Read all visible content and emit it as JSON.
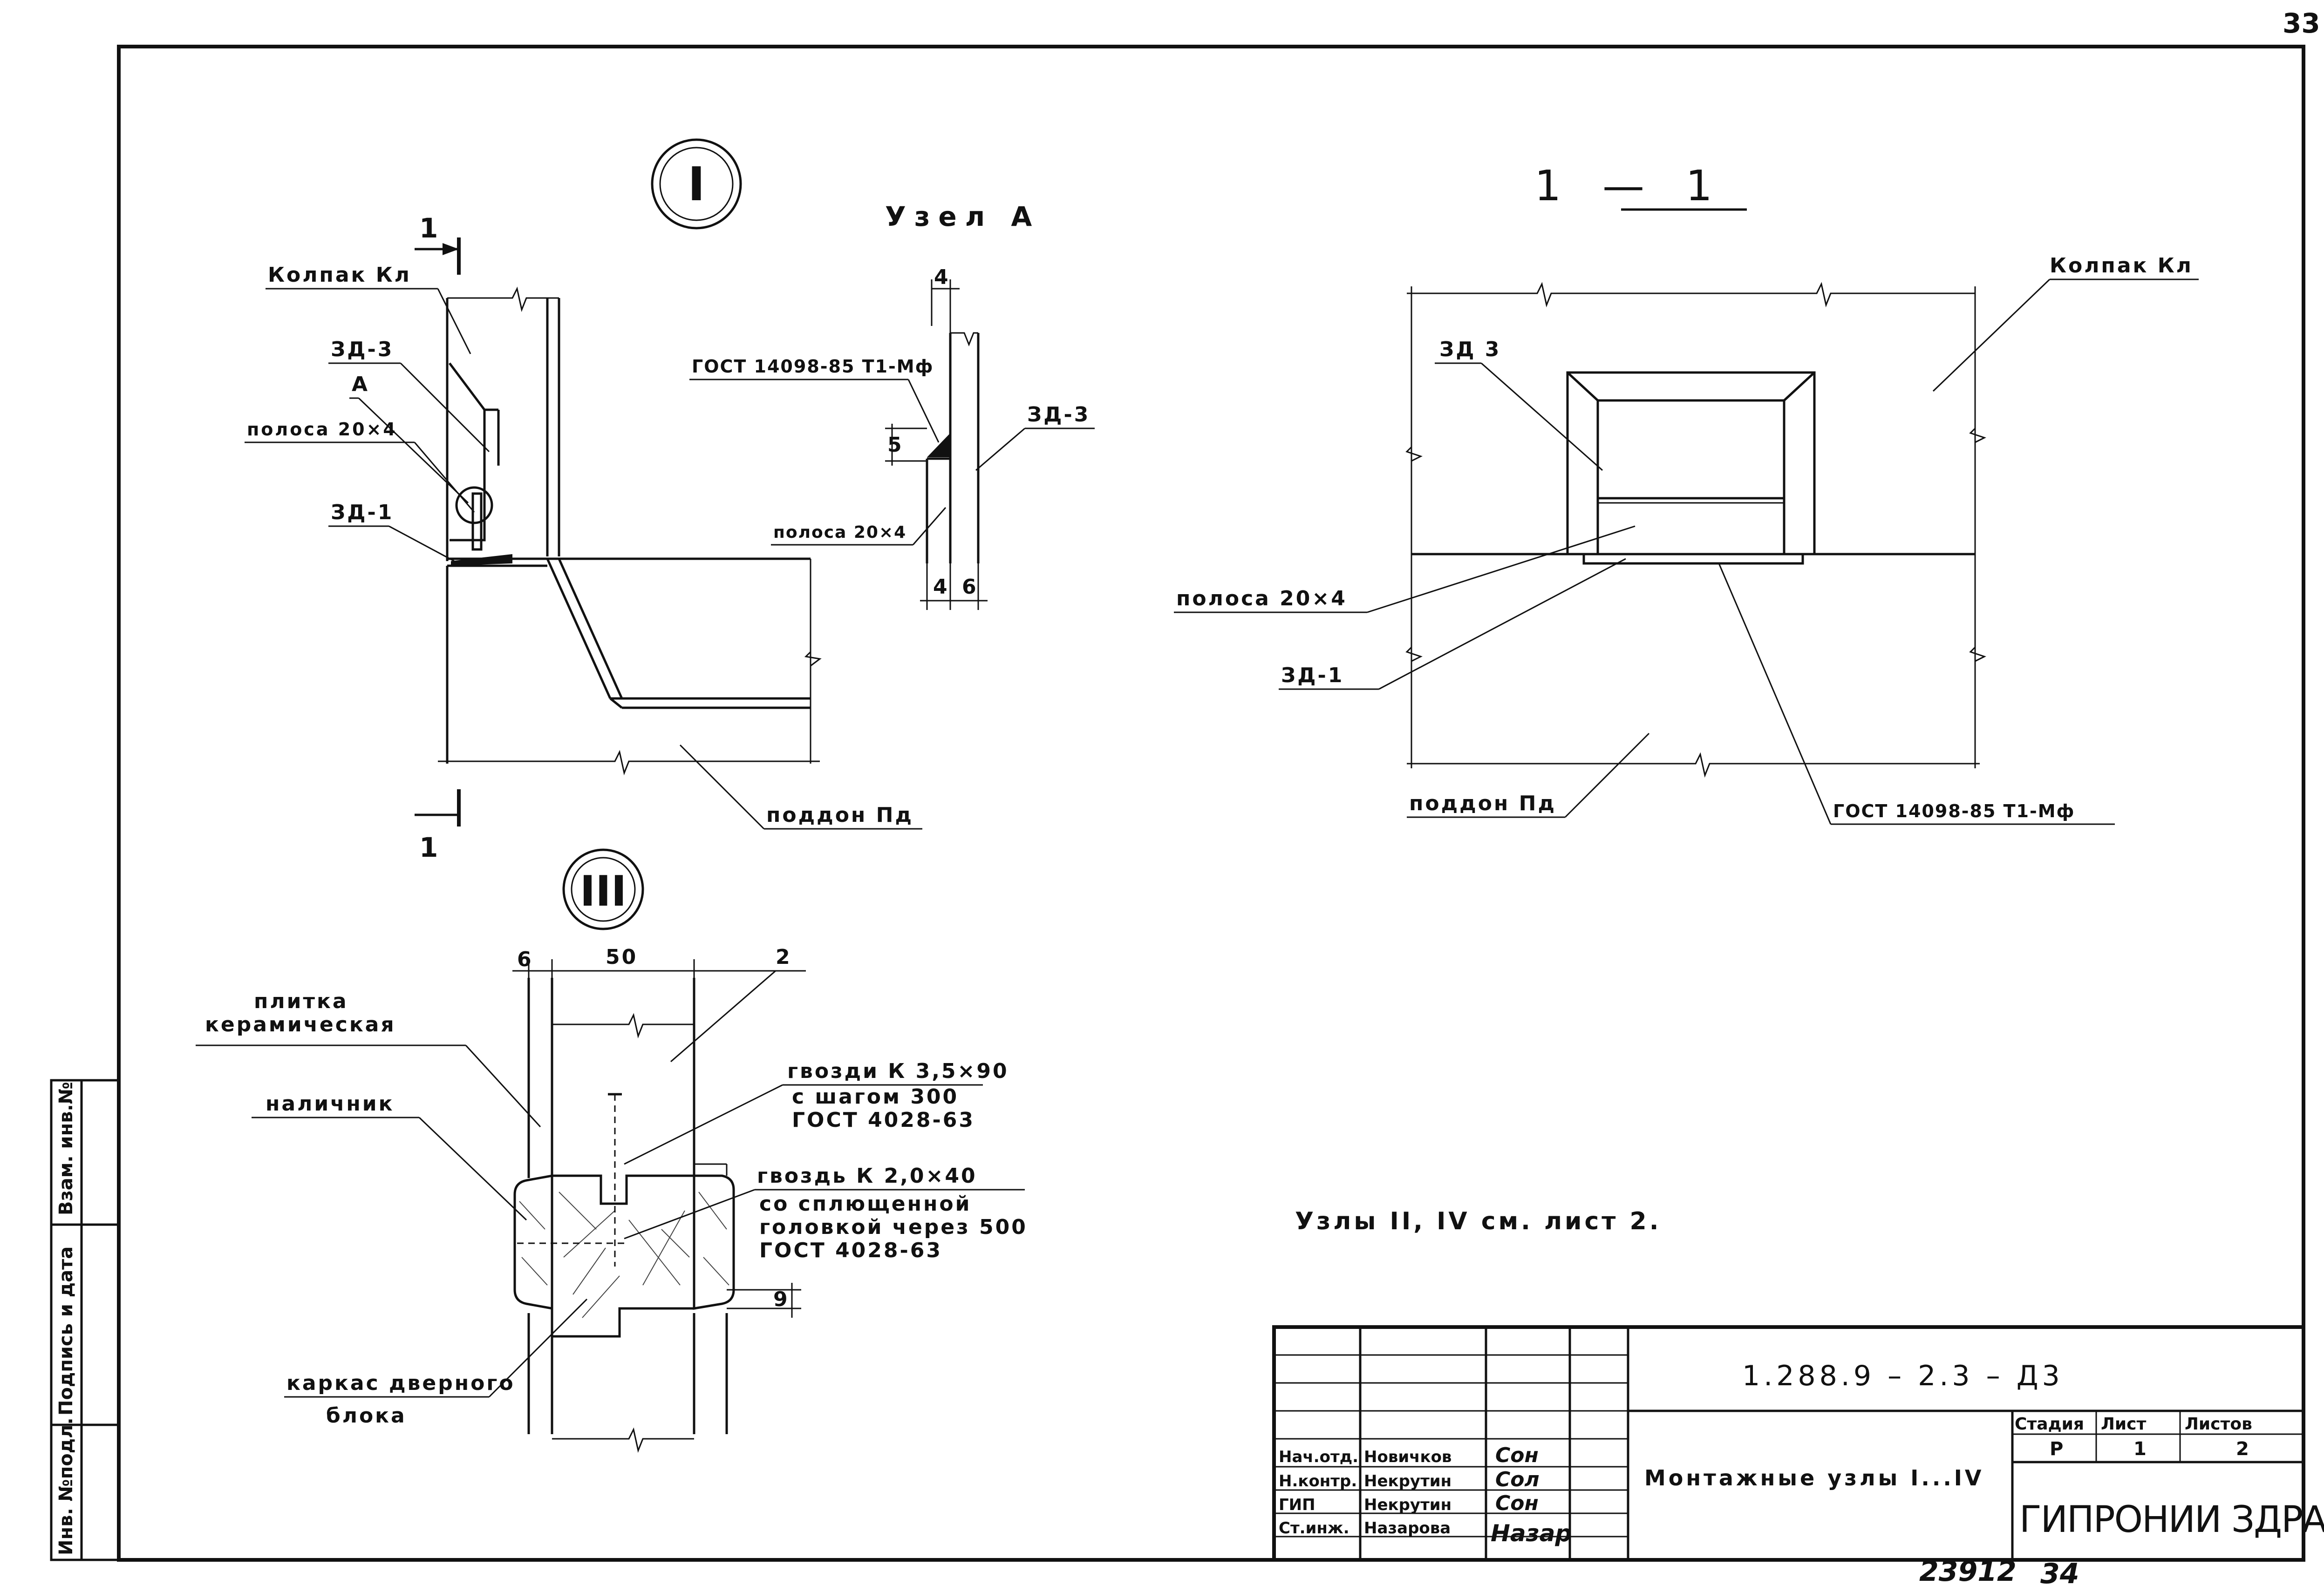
{
  "sheet": {
    "page_number_top": "33",
    "bottom_number_1": "23912",
    "bottom_number_2": "34"
  },
  "side_stamp": {
    "col1": "Инв. №подл.",
    "col2": "Подпись и дата",
    "col3": "Взам. инв.№"
  },
  "node1": {
    "badge": "I",
    "cut_mark": "1",
    "labels": {
      "kolpak": "Колпак Кл",
      "zd3": "ЗД-3",
      "a": "А",
      "polosa": "полоса 20×4",
      "zd1": "ЗД-1",
      "poddon": "поддон Пд"
    }
  },
  "uzel_a": {
    "title": "Узел А",
    "gost": "ГОСТ 14098-85 Т1-Мф",
    "zd3": "ЗД-3",
    "polosa": "полоса 20×4",
    "dim_top": "4",
    "dim_side": "5",
    "dim_bottom_left": "4",
    "dim_bottom_right": "6"
  },
  "section": {
    "title": "1 — 1",
    "kolpak": "Колпак Кл",
    "zd3": "ЗД 3",
    "polosa": "полоса 20×4",
    "zd1": "ЗД-1",
    "poddon": "поддон Пд",
    "gost": "ГОСТ 14098-85 Т1-Мф"
  },
  "node3": {
    "badge": "III",
    "dim_6": "6",
    "dim_50": "50",
    "num_2": "2",
    "dim_9": "9",
    "plitka_1": "плитка",
    "plitka_2": "керамическая",
    "nalichnik": "наличник",
    "gvozdi_1": "гвозди К 3,5×90",
    "gvozdi_2": "с шагом 300",
    "gvozdi_3": "ГОСТ 4028-63",
    "gvozd_1": "гвоздь К 2,0×40",
    "gvozd_2": "со сплющенной",
    "gvozd_3": "головкой через 500",
    "gvozd_4": "ГОСТ 4028-63",
    "karkas_1": "каркас дверного",
    "karkas_2": "блока"
  },
  "note": {
    "text": "Узлы II, IV см. лист 2."
  },
  "title_block": {
    "doc_code": "1.288.9 – 2.3 – Д3",
    "sheet_title": "Монтажные узлы I...IV",
    "stage_header": "Стадия",
    "sheet_header": "Лист",
    "sheets_header": "Листов",
    "stage": "Р",
    "sheet": "1",
    "sheets": "2",
    "org": "ГИПРОНИИ ЗДРАВ",
    "roles": [
      {
        "role": "Нач.отд.",
        "name": "Новичков",
        "sign": "Сон"
      },
      {
        "role": "Н.контр.",
        "name": "Некрутин",
        "sign": "Сол"
      },
      {
        "role": "ГИП",
        "name": "Некрутин",
        "sign": "Сон"
      },
      {
        "role": "Ст.инж.",
        "name": "Назарова",
        "sign": "Назар"
      }
    ]
  }
}
